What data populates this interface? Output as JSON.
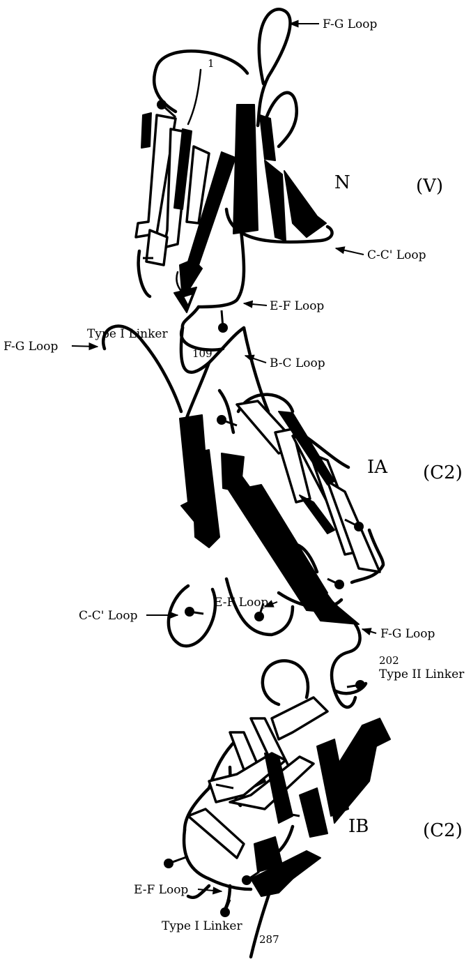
{
  "labels": {
    "n_fg_loop": "F-G Loop",
    "n_residue_start": "1",
    "n_domain": "N",
    "n_domain_type": "(V)",
    "n_cc_loop": "C-C' Loop",
    "n_ef_loop": "E-F Loop",
    "type1_linker_top": "Type I Linker",
    "residue_109": "109",
    "ia_fg_loop": "F-G Loop",
    "ia_bc_loop": "B-C Loop",
    "ia_domain": "IA",
    "ia_domain_type": "(C2)",
    "ia_cc_loop": "C-C' Loop",
    "ia_ef_loop": "E-F Loop",
    "ib_fg_loop": "F-G Loop",
    "residue_202": "202",
    "type2_linker": "Type II Linker",
    "ib_domain": "IB",
    "ib_domain_type": "(C2)",
    "ib_ef_loop": "E-F Loop",
    "type1_linker_bottom": "Type I Linker",
    "residue_287": "287"
  }
}
